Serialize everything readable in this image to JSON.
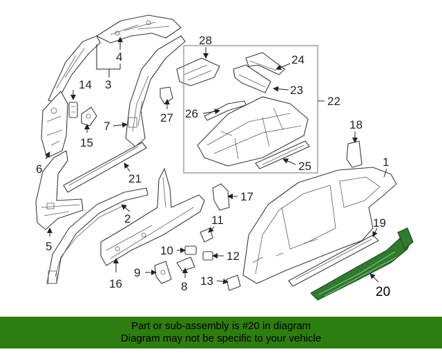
{
  "diagram": {
    "callouts": {
      "c1": "1",
      "c2": "2",
      "c3": "3",
      "c4": "4",
      "c5": "5",
      "c6": "6",
      "c7": "7",
      "c8": "8",
      "c9": "9",
      "c10": "10",
      "c11": "11",
      "c12": "12",
      "c13": "13",
      "c14": "14",
      "c15": "15",
      "c16": "16",
      "c17": "17",
      "c18": "18",
      "c19": "19",
      "c20": "20",
      "c21": "21",
      "c22": "22",
      "c23": "23",
      "c24": "24",
      "c25": "25",
      "c26": "26",
      "c27": "27",
      "c28": "28"
    },
    "highlight_color": "#2f7a2f"
  },
  "banner": {
    "line1": "Part or sub-assembly is #20 in diagram",
    "line2": "Diagram may not be specific to your vehicle",
    "background": "#2e7d10"
  }
}
